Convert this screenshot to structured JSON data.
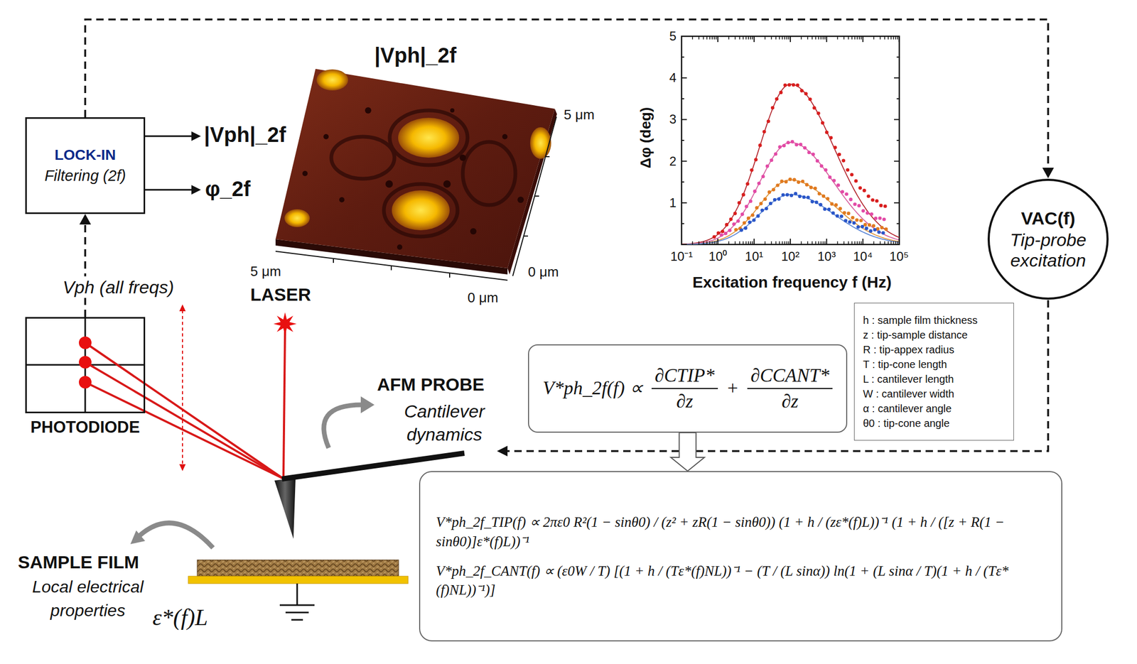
{
  "diagram": {
    "nodes": [
      {
        "text": [
          "LOCK-IN",
          "Filtering (2f)"
        ]
      },
      {
        "text": [
          "PHOTODIODE"
        ]
      },
      {
        "text": [
          "VAC(f)",
          "Tip-probe excitation"
        ]
      },
      {
        "text": [
          "h : sample film thickness",
          "z : tip-sample distance",
          "R : tip-appex radius",
          "T : tip-cone length",
          "L : cantilever length",
          "W : cantilever width",
          "α : cantilever angle",
          "θ0 : tip-cone angle"
        ]
      },
      {
        "text": [
          "V*ph_2f(f) ∝",
          "∂CTIP*",
          "∂z",
          "+",
          "∂CCANT*",
          "∂z"
        ]
      },
      {
        "text": [
          "V*ph_2f_TIP(f) ∝ 2πε0 R²(1 − sinθ0) / (z² + zR(1 − sinθ0)) (1 + h / (zε*(f)L))⁻¹ (1 + h / ([z + R(1 − sinθ0)]ε*(f)L))⁻¹",
          "V*ph_2f_CANT(f) ∝ (ε0W / T) [(1 + h / (Tε*(f)NL))⁻¹ − (T / (L sinα)) ln(1 + (L sinα / T)(1 + h / (Tε*(f)NL))⁻¹)]"
        ]
      }
    ],
    "edges": [
      {
        "from": 0,
        "to": 2,
        "arrow": "to"
      },
      {
        "from": 1,
        "to": 0,
        "arrow": "to",
        "label": "Vph (all freqs)"
      },
      {
        "from": 4,
        "to": 5,
        "arrow": "to"
      }
    ],
    "labels": [
      "|Vph|_2f",
      "φ_2f",
      "|Vph|_2f",
      "5 μm",
      "0 μm",
      "0 μm",
      "5 μm",
      "LASER",
      "AFM PROBE",
      "Cantilever dynamics",
      "SAMPLE FILM",
      "Local electrical properties",
      "ε*(f)L",
      "5",
      "4",
      "3",
      "2",
      "1",
      "10⁻¹",
      "10⁰",
      "10¹",
      "10²",
      "10³",
      "10⁴",
      "10⁵",
      "Δφ (deg)",
      "Excitation frequency f (Hz)"
    ]
  }
}
